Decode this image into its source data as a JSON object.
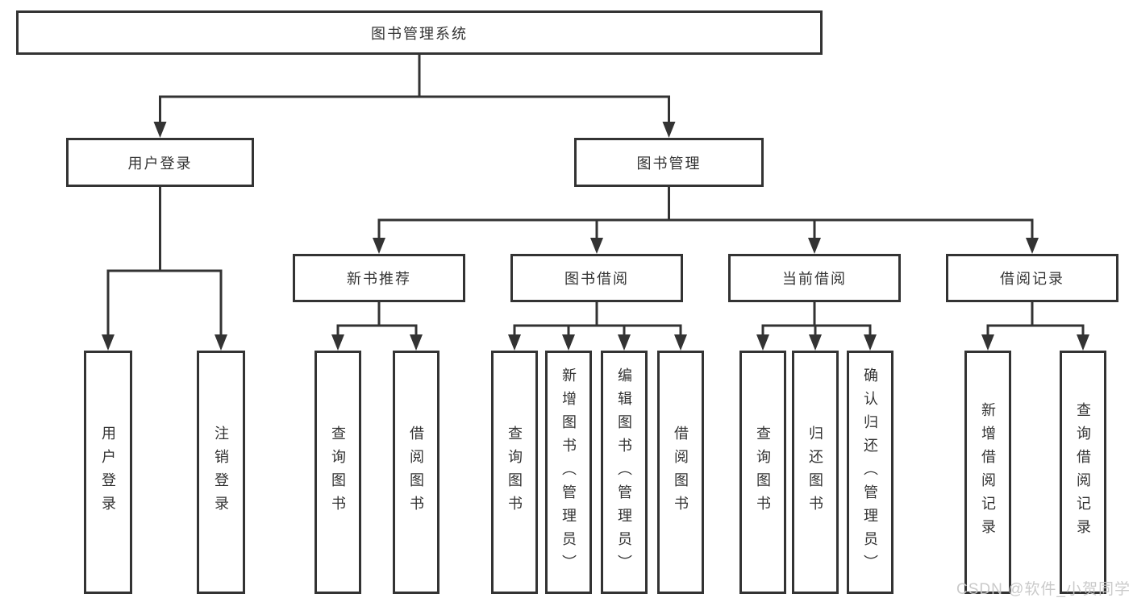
{
  "diagram": {
    "root": {
      "label": "图书管理系统",
      "children": [
        {
          "label": "用户登录",
          "children": [
            {
              "label": "用户登录"
            },
            {
              "label": "注销登录"
            }
          ]
        },
        {
          "label": "图书管理",
          "children": [
            {
              "label": "新书推荐",
              "children": [
                {
                  "label": "查询图书"
                },
                {
                  "label": "借阅图书"
                }
              ]
            },
            {
              "label": "图书借阅",
              "children": [
                {
                  "label": "查询图书"
                },
                {
                  "label": "新增图书（管理员）"
                },
                {
                  "label": "编辑图书（管理员）"
                },
                {
                  "label": "借阅图书"
                }
              ]
            },
            {
              "label": "当前借阅",
              "children": [
                {
                  "label": "查询图书"
                },
                {
                  "label": "归还图书"
                },
                {
                  "label": "确认归还（管理员）"
                }
              ]
            },
            {
              "label": "借阅记录",
              "children": [
                {
                  "label": "新增借阅记录"
                },
                {
                  "label": "查询借阅记录"
                }
              ]
            }
          ]
        }
      ]
    }
  },
  "watermark": {
    "text": "CSDN @软件_小贺同学"
  },
  "colors": {
    "line": "#333333",
    "box_border": "#333333",
    "box_fill": "#ffffff",
    "text": "#333333",
    "watermark": "#c8c8c8"
  }
}
